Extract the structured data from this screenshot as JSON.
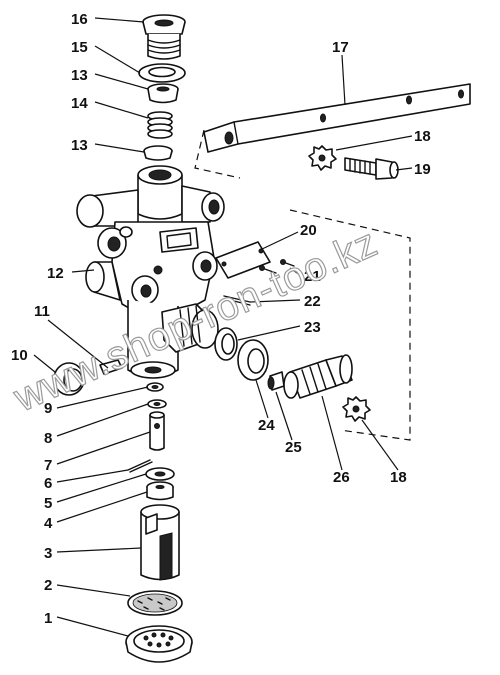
{
  "watermark": "www.shop-ron-too.kz",
  "callouts": [
    {
      "id": "label-16",
      "text": "16"
    },
    {
      "id": "label-15",
      "text": "15"
    },
    {
      "id": "label-13a",
      "text": "13"
    },
    {
      "id": "label-14",
      "text": "14"
    },
    {
      "id": "label-13b",
      "text": "13"
    },
    {
      "id": "label-12",
      "text": "12"
    },
    {
      "id": "label-11",
      "text": "11"
    },
    {
      "id": "label-10",
      "text": "10"
    },
    {
      "id": "label-9",
      "text": "9"
    },
    {
      "id": "label-8",
      "text": "8"
    },
    {
      "id": "label-7",
      "text": "7"
    },
    {
      "id": "label-6",
      "text": "6"
    },
    {
      "id": "label-5",
      "text": "5"
    },
    {
      "id": "label-4",
      "text": "4"
    },
    {
      "id": "label-3",
      "text": "3"
    },
    {
      "id": "label-2",
      "text": "2"
    },
    {
      "id": "label-1",
      "text": "1"
    },
    {
      "id": "label-17",
      "text": "17"
    },
    {
      "id": "label-18a",
      "text": "18"
    },
    {
      "id": "label-19",
      "text": "19"
    },
    {
      "id": "label-20",
      "text": "20"
    },
    {
      "id": "label-21",
      "text": "21"
    },
    {
      "id": "label-22",
      "text": "22"
    },
    {
      "id": "label-23",
      "text": "23"
    },
    {
      "id": "label-24",
      "text": "24"
    },
    {
      "id": "label-25",
      "text": "25"
    },
    {
      "id": "label-26",
      "text": "26"
    },
    {
      "id": "label-18b",
      "text": "18"
    }
  ]
}
